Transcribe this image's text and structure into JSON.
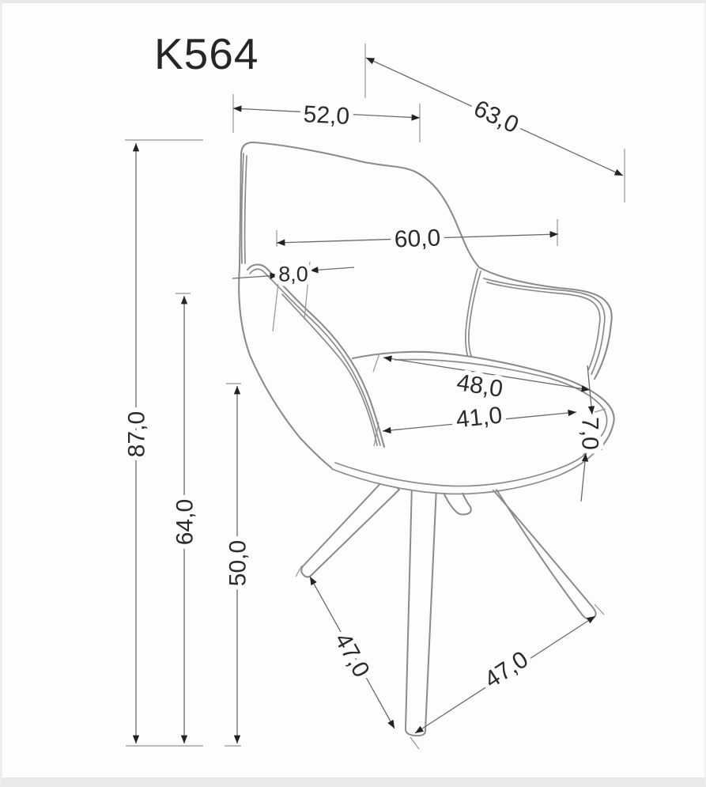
{
  "title": "K564",
  "dimensions": {
    "top_width": "52,0",
    "back_diagonal": "63,0",
    "inner_width": "60,0",
    "armrest_thickness": "8,0",
    "total_height": "87,0",
    "armrest_height": "64,0",
    "seat_height": "50,0",
    "seat_depth": "48,0",
    "seat_width": "41,0",
    "cushion_thickness": "7,0",
    "front_leg_span": "47,0",
    "side_leg_span": "47,0"
  },
  "colors": {
    "background": "#fdfdfc",
    "frame_border": "#e9e9e7",
    "chair_outline": "#8b8b8b",
    "dimension_line": "#6a6a6a",
    "arrowhead": "#222222",
    "label_text": "#2b2b2b"
  }
}
